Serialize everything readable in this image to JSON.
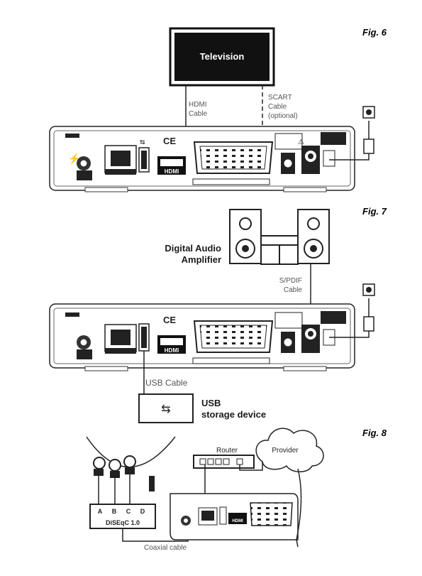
{
  "figures": {
    "fig6": "Fig. 6",
    "fig7": "Fig. 7",
    "fig8": "Fig. 8"
  },
  "fig6": {
    "television": "Television",
    "hdmi_cable": [
      "HDMI",
      "Cable"
    ],
    "scart_cable": [
      "SCART",
      "Cable",
      "(optional)"
    ],
    "hdmi_port": "HDMI",
    "ce_mark": "CE"
  },
  "fig7": {
    "amplifier": [
      "Digital Audio",
      "Amplifier"
    ],
    "spdif_cable": [
      "S/PDIF",
      "Cable"
    ],
    "usb_cable": "USB Cable",
    "usb_device": [
      "USB",
      "storage device"
    ],
    "hdmi_port": "HDMI",
    "ce_mark": "CE"
  },
  "fig8": {
    "router": "Router",
    "provider": "Provider",
    "diseqc_ports": [
      "A",
      "B",
      "C",
      "D"
    ],
    "diseqc_label": "DiSEqC 1.0",
    "coaxial_cable": "Coaxial cable",
    "hdmi_port": "HDMI"
  }
}
